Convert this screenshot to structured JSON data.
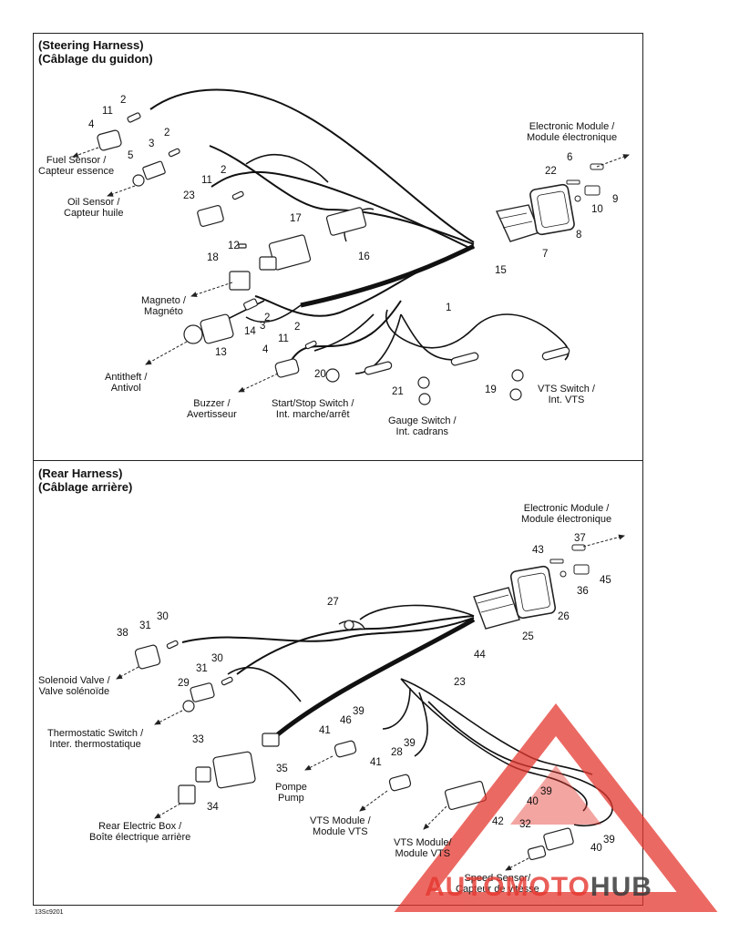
{
  "steering": {
    "title_en": "(Steering Harness)",
    "title_fr": "(Câblage du guidon)",
    "labels": {
      "electronic_module": [
        "Electronic Module /",
        "Module électronique"
      ],
      "fuel_sensor": [
        "Fuel Sensor /",
        "Capteur essence"
      ],
      "oil_sensor": [
        "Oil Sensor /",
        "Capteur huile"
      ],
      "magneto": [
        "Magneto /",
        "Magnéto"
      ],
      "antitheft": [
        "Antitheft /",
        "Antivol"
      ],
      "buzzer": [
        "Buzzer /",
        "Avertisseur"
      ],
      "start_stop": [
        "Start/Stop Switch /",
        "Int. marche/arrêt"
      ],
      "gauge_switch": [
        "Gauge Switch /",
        "Int. cadrans"
      ],
      "vts_switch": [
        "VTS Switch /",
        "Int. VTS"
      ]
    },
    "numbers": [
      "2",
      "11",
      "4",
      "3",
      "2",
      "5",
      "6",
      "22",
      "9",
      "10",
      "11",
      "2",
      "23",
      "8",
      "17",
      "7",
      "12",
      "16",
      "15",
      "18",
      "1",
      "2",
      "3",
      "14",
      "13",
      "11",
      "2",
      "4",
      "20",
      "21",
      "19"
    ]
  },
  "rear": {
    "title_en": "(Rear Harness)",
    "title_fr": "(Câblage arrière)",
    "labels": {
      "electronic_module": [
        "Electronic Module /",
        "Module électronique"
      ],
      "solenoid": [
        "Solenoid Valve /",
        "Valve solénoïde"
      ],
      "thermostatic": [
        "Thermostatic Switch /",
        "Inter. thermostatique"
      ],
      "pump": [
        "Pompe",
        "Pump"
      ],
      "rear_box": [
        "Rear Electric Box /",
        "Boîte électrique arrière"
      ],
      "vts_module_1": [
        "VTS Module /",
        "Module VTS"
      ],
      "vts_module_2": [
        "VTS Module/",
        "Module VTS"
      ],
      "speed_sensor": [
        "Speed Sensor/",
        "Capteur de vitesse"
      ]
    },
    "numbers": [
      "37",
      "43",
      "45",
      "36",
      "27",
      "26",
      "30",
      "31",
      "38",
      "25",
      "44",
      "30",
      "31",
      "29",
      "23",
      "39",
      "46",
      "41",
      "33",
      "35",
      "39",
      "28",
      "41",
      "39",
      "40",
      "42",
      "34",
      "32",
      "39",
      "40"
    ]
  },
  "footer_code": "13Sc9201",
  "watermark": {
    "text_a": "AUTO",
    "text_b": "MOTO",
    "text_c": "HUB",
    "color_red": "#e5372f",
    "color_dark": "#3a3a3a"
  }
}
